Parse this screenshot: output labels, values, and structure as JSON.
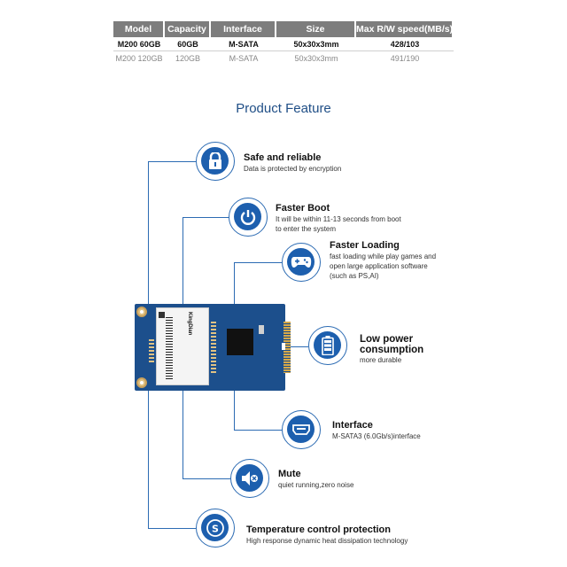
{
  "spec_table": {
    "headers": [
      "Model",
      "Capacity",
      "Interface",
      "Size",
      "Max R/W speed(MB/s)"
    ],
    "rows": [
      [
        "M200 60GB",
        "60GB",
        "M-SATA",
        "50x30x3mm",
        "428/103"
      ],
      [
        "M200 120GB",
        "120GB",
        "M-SATA",
        "50x30x3mm",
        "491/190"
      ]
    ]
  },
  "section_title": "Product  Feature",
  "ssd_brand": "KingDian",
  "features": [
    {
      "icon": "lock-icon",
      "title": "Safe and reliable",
      "desc": [
        "Data is protected by encryption"
      ]
    },
    {
      "icon": "power-icon",
      "title": "Faster Boot",
      "desc": [
        "It will be within 11-13 seconds from boot",
        "to enter the system"
      ]
    },
    {
      "icon": "gamepad-icon",
      "title": "Faster Loading",
      "desc": [
        "fast loading while play games and",
        "open large application software",
        "(such as PS,AI)"
      ]
    },
    {
      "icon": "battery-icon",
      "title": "Low power",
      "title2": "consumption",
      "desc": [
        "more durable"
      ]
    },
    {
      "icon": "hdmi-icon",
      "title": "Interface",
      "desc": [
        "M-SATA3  (6.0Gb/s)interface"
      ]
    },
    {
      "icon": "mute-icon",
      "title": "Mute",
      "desc": [
        "quiet running,zero noise"
      ]
    },
    {
      "icon": "thermostat-icon",
      "title": "Temperature control protection",
      "desc": [
        "High response dynamic heat dissipation technology"
      ]
    }
  ],
  "colors": {
    "accent": "#1d5fae",
    "line": "#2c6bb3",
    "header_bg": "#7d7d7d",
    "title": "#1f4e86"
  }
}
